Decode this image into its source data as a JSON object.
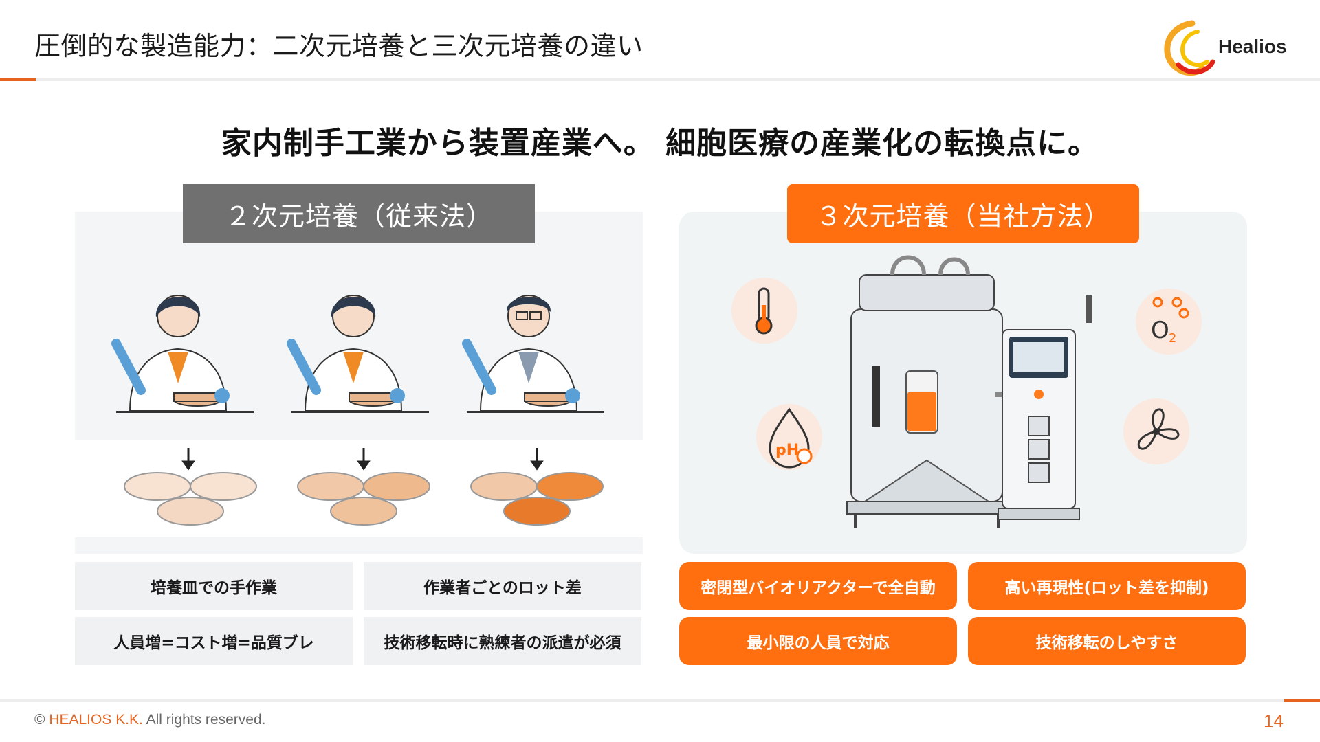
{
  "header": {
    "title": "圧倒的な製造能力：二次元培養と三次元培養の違い",
    "logo_text": "Healios"
  },
  "headline": "家内制手工業から装置産業へ。 細胞医療の産業化の転換点に。",
  "left_panel": {
    "tag": "２次元培養（従来法）",
    "points": [
      "培養皿での手作業",
      "作業者ごとのロット差",
      "人員増=コスト増=品質ブレ",
      "技術移転時に熟練者の派遣が必須"
    ]
  },
  "right_panel": {
    "tag": "３次元培養（当社方法）",
    "icon_ph_label": "pH",
    "icon_o2_label": "O",
    "icon_o2_sub": "2",
    "points": [
      "密閉型バイオリアクターで全自動",
      "高い再現性(ロット差を抑制)",
      "最小限の人員で対応",
      "技術移転のしやすさ"
    ]
  },
  "footer": {
    "copyright_symbol": "©",
    "company": "HEALIOS K.K.",
    "rights": "All rights reserved.",
    "page_number": "14"
  },
  "colors": {
    "accent": "#ff6f0f",
    "grey_tag": "#707070",
    "panel_bg": "#f3f5f6"
  }
}
